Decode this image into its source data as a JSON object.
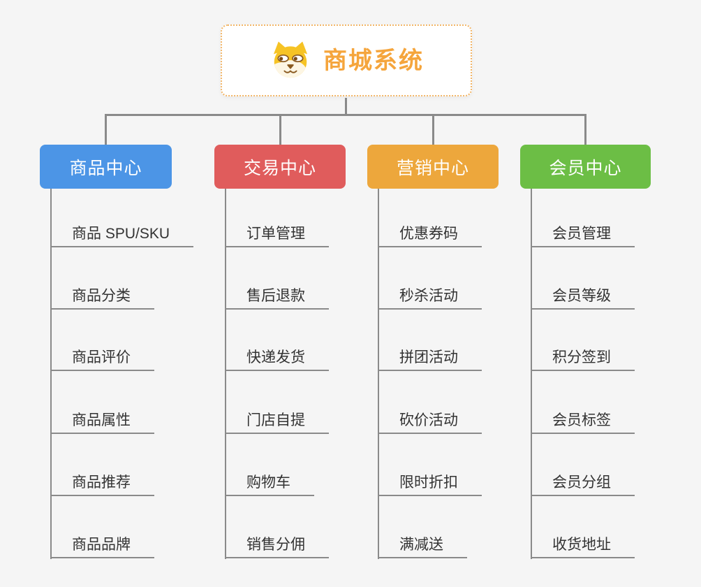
{
  "root": {
    "title": "商城系统",
    "icon": "shiba-dog-icon"
  },
  "branches": [
    {
      "label": "商品中心",
      "color": "#4c95e6",
      "items": [
        "商品 SPU/SKU",
        "商品分类",
        "商品评价",
        "商品属性",
        "商品推荐",
        "商品品牌"
      ]
    },
    {
      "label": "交易中心",
      "color": "#e05c5c",
      "items": [
        "订单管理",
        "售后退款",
        "快递发货",
        "门店自提",
        "购物车",
        "销售分佣"
      ]
    },
    {
      "label": "营销中心",
      "color": "#eda73c",
      "items": [
        "优惠券码",
        "秒杀活动",
        "拼团活动",
        "砍价活动",
        "限时折扣",
        "满减送"
      ]
    },
    {
      "label": "会员中心",
      "color": "#6cbe45",
      "items": [
        "会员管理",
        "会员等级",
        "积分签到",
        "会员标签",
        "会员分组",
        "收货地址"
      ]
    }
  ],
  "style": {
    "background": "#f5f5f5",
    "connector_color": "#8a8a8a",
    "root_text_color": "#f5a53c",
    "root_border_color": "#f2b566",
    "item_text_color": "#333333"
  }
}
